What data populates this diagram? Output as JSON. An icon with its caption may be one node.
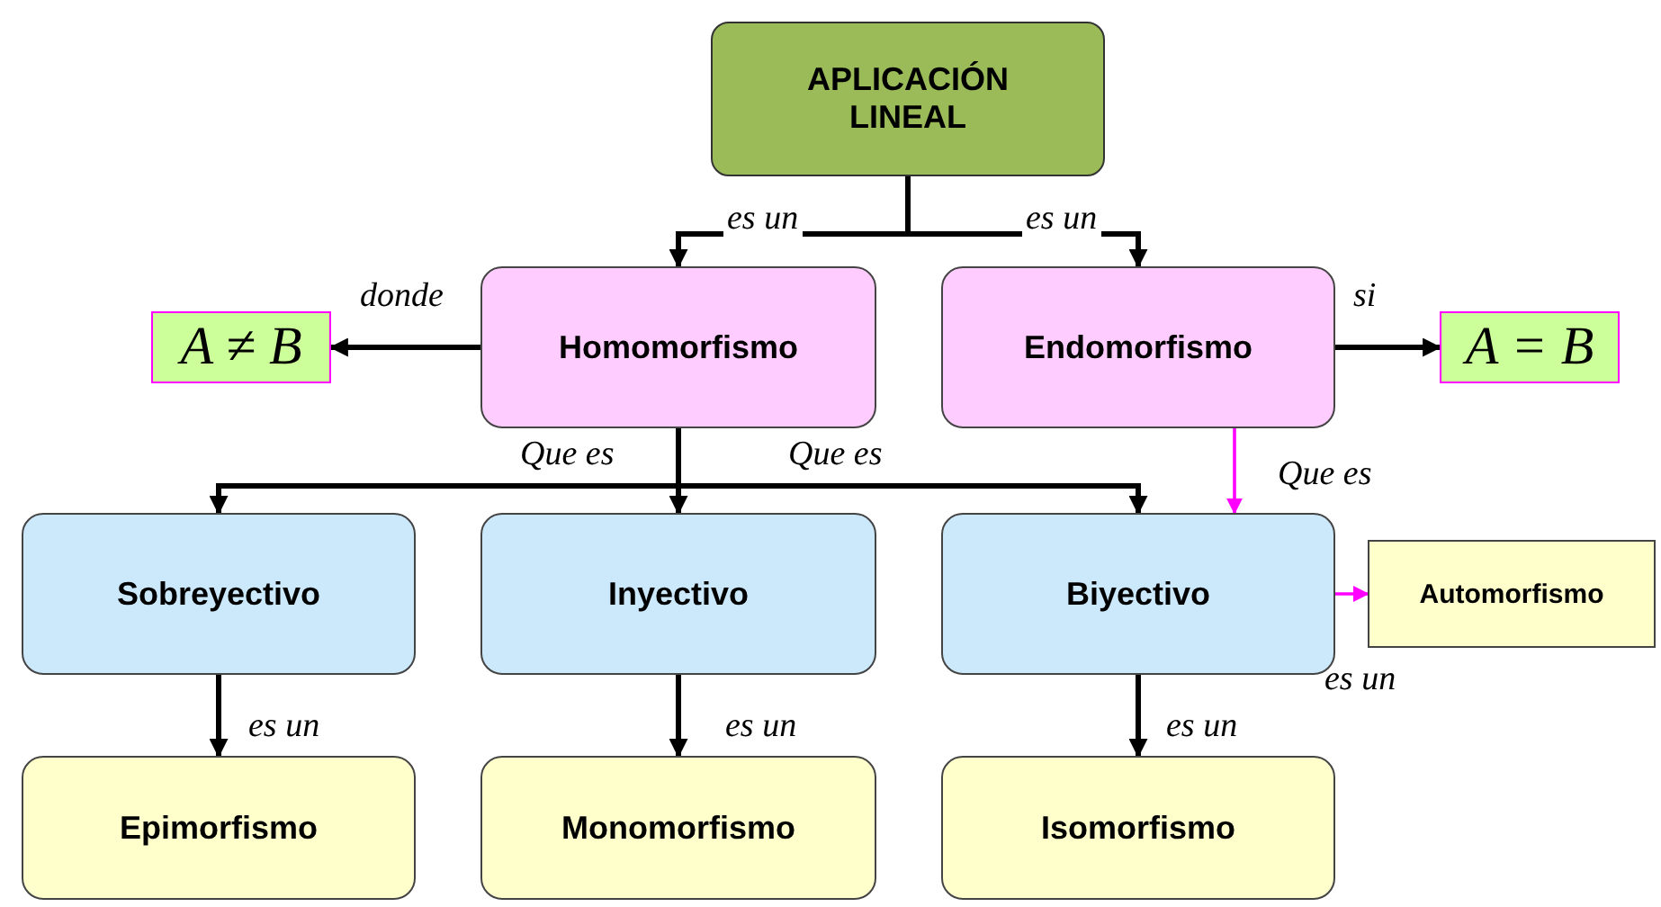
{
  "diagram": {
    "nodes": [
      {
        "text": [
          "APLICACIÓN LINEAL"
        ]
      },
      {
        "text": [
          "Homomorfismo"
        ]
      },
      {
        "text": [
          "Endomorfismo"
        ]
      },
      {
        "text": [
          "A ≠ B"
        ]
      },
      {
        "text": [
          "A = B"
        ]
      },
      {
        "text": [
          "Sobreyectivo"
        ]
      },
      {
        "text": [
          "Inyectivo"
        ]
      },
      {
        "text": [
          "Biyectivo"
        ]
      },
      {
        "text": [
          "Automorfismo"
        ]
      },
      {
        "text": [
          "Epimorfismo"
        ]
      },
      {
        "text": [
          "Monomorfismo"
        ]
      },
      {
        "text": [
          "Isomorfismo"
        ]
      }
    ],
    "edges": [
      {
        "from": 0,
        "to": 1,
        "arrow": "to",
        "label": "es un"
      },
      {
        "from": 0,
        "to": 2,
        "arrow": "to",
        "label": "es un"
      },
      {
        "from": 1,
        "to": 3,
        "arrow": "to",
        "label": "donde"
      },
      {
        "from": 2,
        "to": 4,
        "arrow": "to",
        "label": "si"
      },
      {
        "from": 1,
        "to": 5,
        "arrow": "to",
        "label": "Que es"
      },
      {
        "from": 1,
        "to": 6,
        "arrow": "to"
      },
      {
        "from": 1,
        "to": 7,
        "arrow": "to",
        "label": "Que es"
      },
      {
        "from": 2,
        "to": 7,
        "arrow": "to",
        "label": "Que es",
        "color": "#ff00ff"
      },
      {
        "from": 7,
        "to": 8,
        "arrow": "to",
        "label": "es un",
        "color": "#ff00ff"
      },
      {
        "from": 5,
        "to": 9,
        "arrow": "to",
        "label": "es un"
      },
      {
        "from": 6,
        "to": 10,
        "arrow": "to",
        "label": "es un"
      },
      {
        "from": 7,
        "to": 11,
        "arrow": "to",
        "label": "es un"
      }
    ]
  }
}
